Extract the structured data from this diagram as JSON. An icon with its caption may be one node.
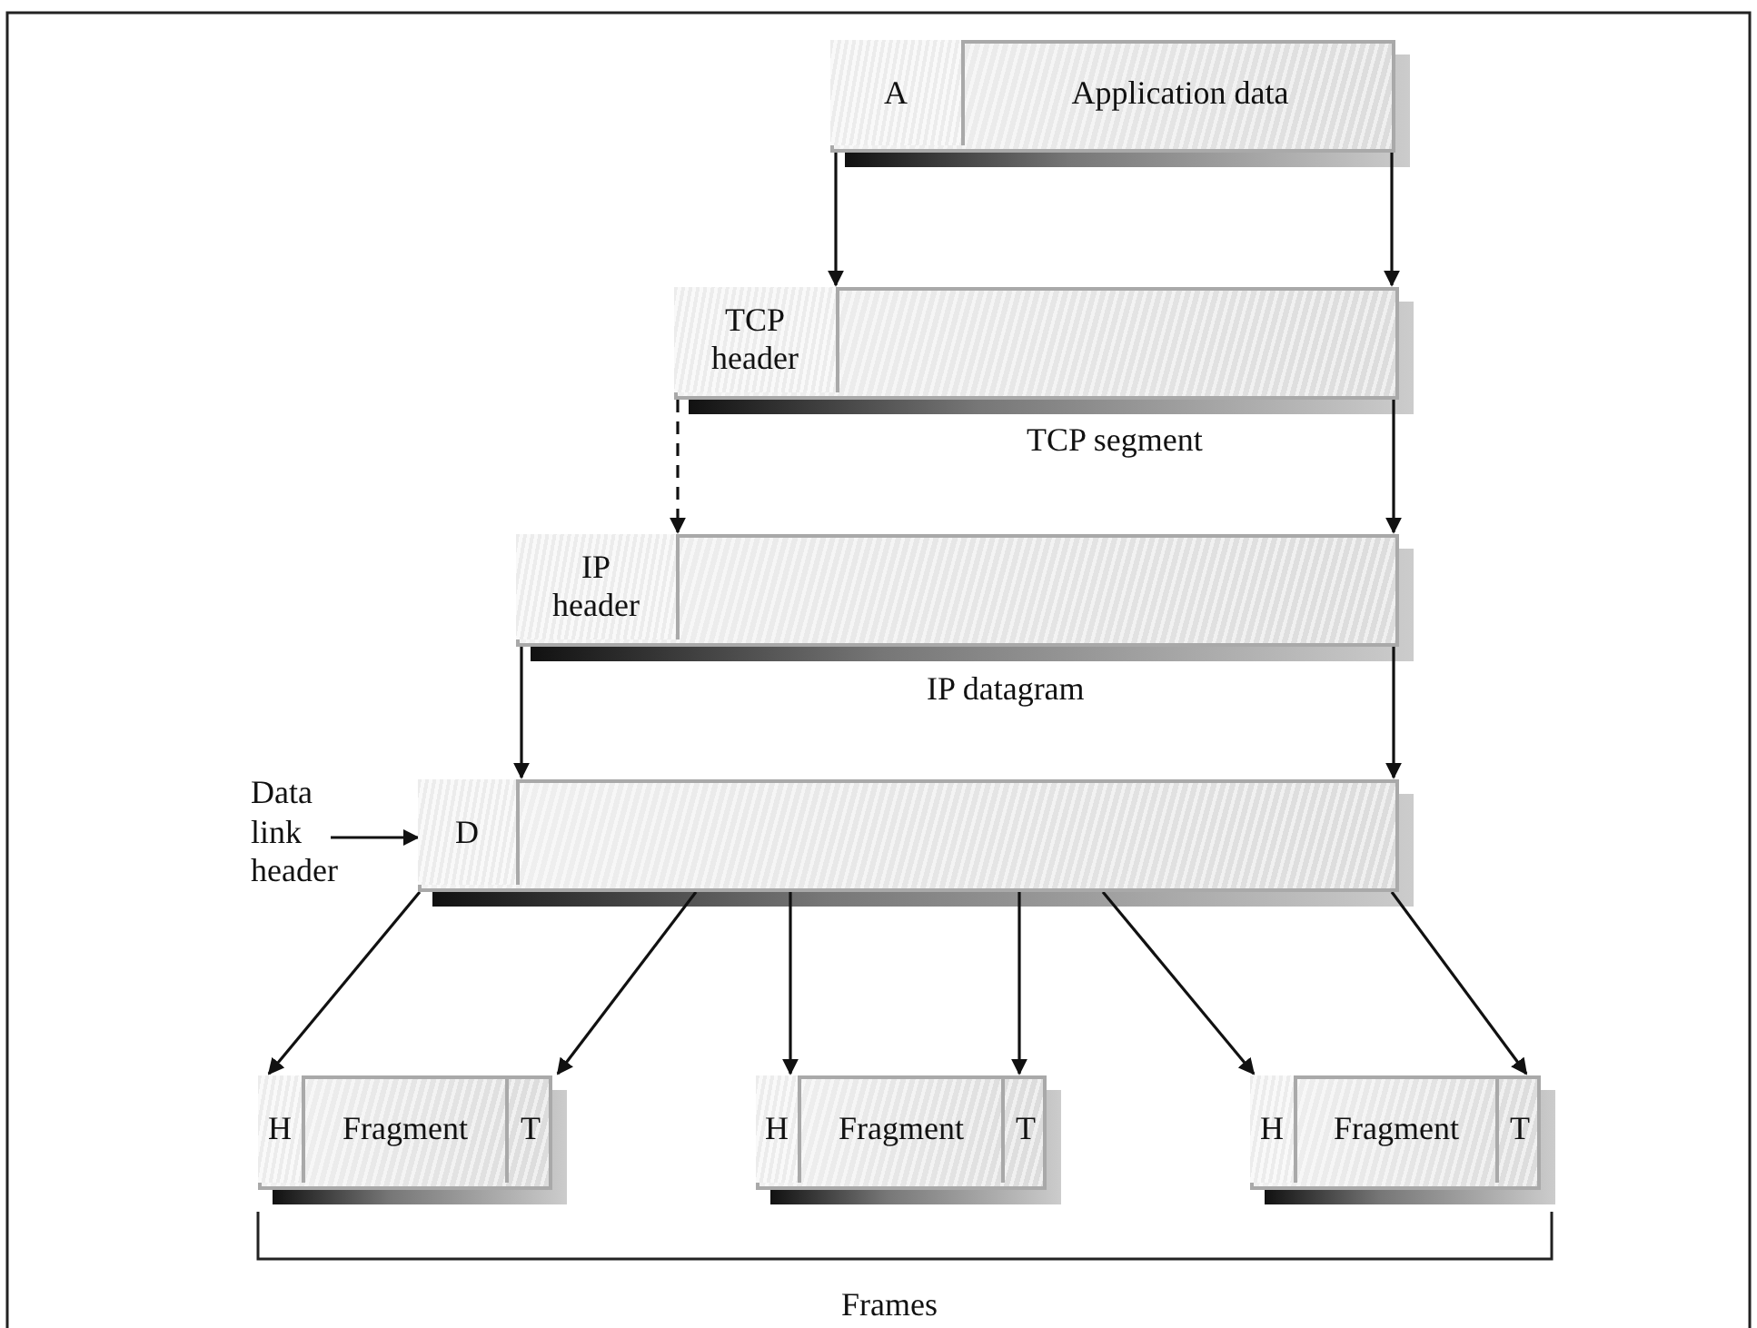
{
  "diagram": {
    "nodes": [
      {
        "text": [],
        "shape": "bar"
      },
      {
        "text": [
          "A"
        ],
        "in": 0
      },
      {
        "text": [
          "Application data"
        ],
        "in": 0
      },
      {
        "text": [],
        "shape": "bar",
        "beside": [
          "TCP segment"
        ]
      },
      {
        "text": [
          "TCP header"
        ],
        "in": 3
      },
      {
        "text": [],
        "shape": "bar",
        "beside": [
          "IP datagram"
        ]
      },
      {
        "text": [
          "IP header"
        ],
        "in": 5
      },
      {
        "text": [],
        "shape": "bar"
      },
      {
        "text": [
          "D"
        ],
        "in": 7
      },
      {
        "text": [
          "Data link header"
        ]
      },
      {
        "text": [],
        "shape": "bar"
      },
      {
        "text": [
          "H"
        ],
        "in": 10
      },
      {
        "text": [
          "Fragment"
        ],
        "in": 10
      },
      {
        "text": [
          "T"
        ],
        "in": 10
      },
      {
        "text": [],
        "shape": "bar"
      },
      {
        "text": [
          "H"
        ],
        "in": 14
      },
      {
        "text": [
          "Fragment"
        ],
        "in": 14
      },
      {
        "text": [
          "T"
        ],
        "in": 14
      },
      {
        "text": [],
        "shape": "bar"
      },
      {
        "text": [
          "H"
        ],
        "in": 18
      },
      {
        "text": [
          "Fragment"
        ],
        "in": 18
      },
      {
        "text": [
          "T"
        ],
        "in": 18
      }
    ],
    "edges": [
      {
        "from": 0,
        "to": 3,
        "arrow": "to"
      },
      {
        "from": 0,
        "to": 3,
        "arrow": "to"
      },
      {
        "from": 3,
        "to": 5,
        "arrow": "to",
        "style": "dashed"
      },
      {
        "from": 3,
        "to": 5,
        "arrow": "to"
      },
      {
        "from": 5,
        "to": 7,
        "arrow": "to"
      },
      {
        "from": 5,
        "to": 7,
        "arrow": "to"
      },
      {
        "from": 9,
        "to": 8,
        "arrow": "to"
      },
      {
        "from": 7,
        "to": 10,
        "arrow": "to"
      },
      {
        "from": 7,
        "to": 10,
        "arrow": "to"
      },
      {
        "from": 7,
        "to": 14,
        "arrow": "to"
      },
      {
        "from": 7,
        "to": 14,
        "arrow": "to"
      },
      {
        "from": 7,
        "to": 18,
        "arrow": "to"
      },
      {
        "from": 7,
        "to": 18,
        "arrow": "to"
      }
    ],
    "labels": [
      "Frames"
    ]
  }
}
